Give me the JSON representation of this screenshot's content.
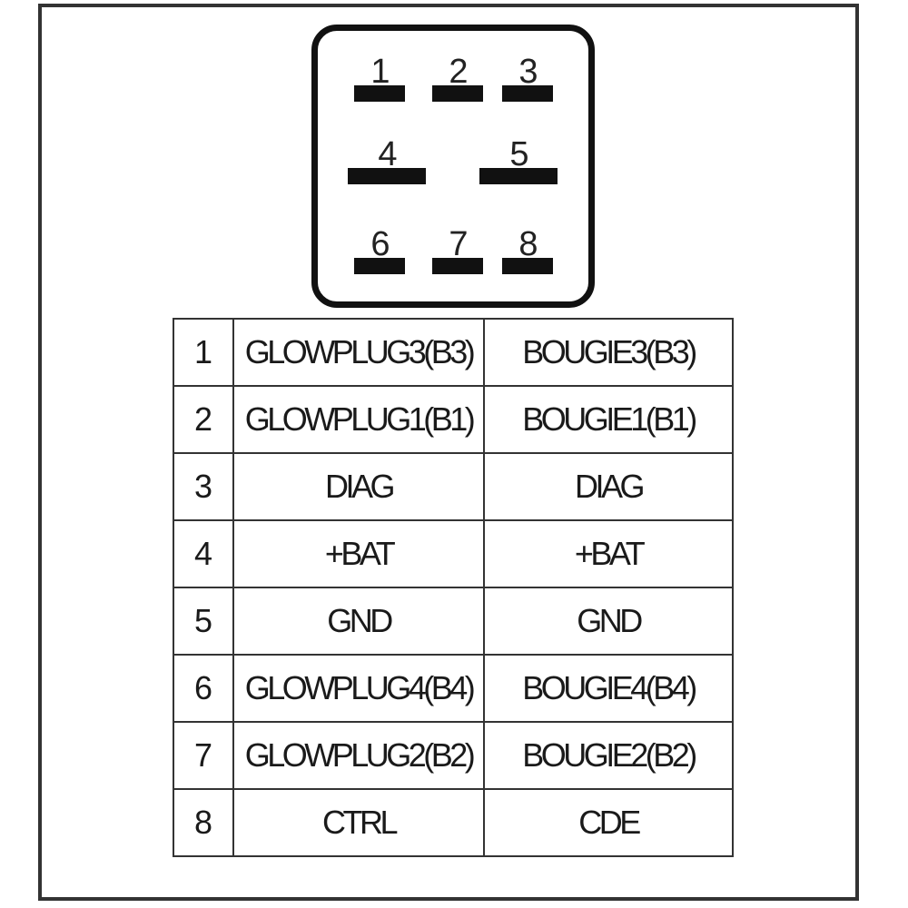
{
  "connector": {
    "pins": [
      {
        "label": "1"
      },
      {
        "label": "2"
      },
      {
        "label": "3"
      },
      {
        "label": "4"
      },
      {
        "label": "5"
      },
      {
        "label": "6"
      },
      {
        "label": "7"
      },
      {
        "label": "8"
      }
    ]
  },
  "table": {
    "rows": [
      {
        "pin": "1",
        "en": "GLOWPLUG3(B3)",
        "fr": "BOUGIE3(B3)"
      },
      {
        "pin": "2",
        "en": "GLOWPLUG1(B1)",
        "fr": "BOUGIE1(B1)"
      },
      {
        "pin": "3",
        "en": "DIAG",
        "fr": "DIAG"
      },
      {
        "pin": "4",
        "en": "+BAT",
        "fr": "+BAT"
      },
      {
        "pin": "5",
        "en": "GND",
        "fr": "GND"
      },
      {
        "pin": "6",
        "en": "GLOWPLUG4(B4)",
        "fr": "BOUGIE4(B4)"
      },
      {
        "pin": "7",
        "en": "GLOWPLUG2(B2)",
        "fr": "BOUGIE2(B2)"
      },
      {
        "pin": "8",
        "en": "CTRL",
        "fr": "CDE"
      }
    ]
  }
}
